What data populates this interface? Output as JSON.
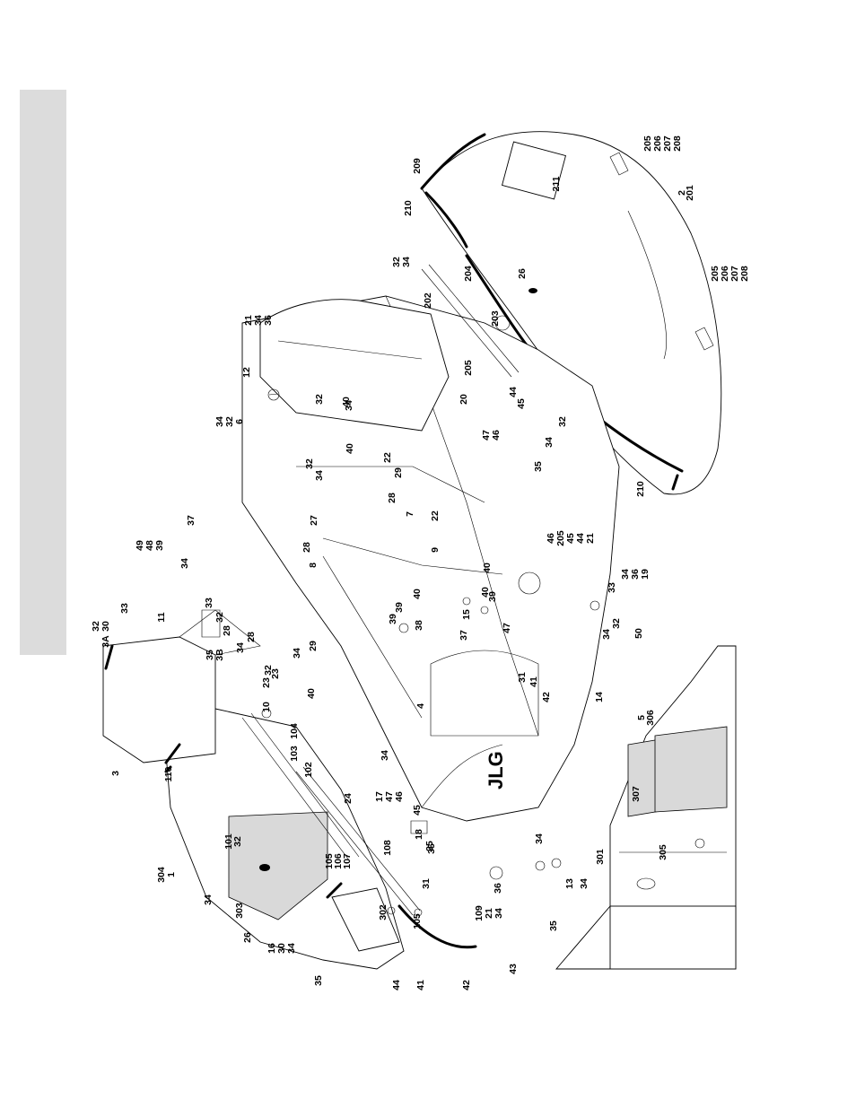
{
  "diagram": {
    "side_tab_color": "#dcdcdc",
    "shaded_panel_color": "#d9d9d9",
    "brand_logo": "JLG",
    "callouts": [
      "209",
      "210",
      "211",
      "205",
      "206",
      "207",
      "208",
      "2",
      "201",
      "205",
      "206",
      "207",
      "208",
      "26",
      "32",
      "34",
      "204",
      "202",
      "203",
      "205",
      "20",
      "44",
      "45",
      "47",
      "46",
      "32",
      "35",
      "34",
      "210",
      "21",
      "34",
      "36",
      "12",
      "32",
      "34",
      "40",
      "34",
      "32",
      "6",
      "40",
      "22",
      "32",
      "34",
      "29",
      "28",
      "7",
      "22",
      "9",
      "40",
      "40",
      "39",
      "39",
      "38",
      "15",
      "39",
      "40",
      "37",
      "47",
      "46",
      "205",
      "45",
      "44",
      "21",
      "34",
      "36",
      "19",
      "33",
      "32",
      "34",
      "50",
      "49",
      "48",
      "39",
      "37",
      "34",
      "33",
      "32",
      "28",
      "27",
      "28",
      "8",
      "28",
      "29",
      "23",
      "34",
      "32",
      "30",
      "3A",
      "33",
      "11",
      "35",
      "3B",
      "34",
      "32",
      "23",
      "10",
      "40",
      "34",
      "31",
      "41",
      "42",
      "14",
      "4",
      "104",
      "103",
      "102",
      "3",
      "110",
      "24",
      "17",
      "47",
      "46",
      "45",
      "18",
      "35",
      "34",
      "5",
      "306",
      "307",
      "305",
      "301",
      "304",
      "1",
      "101",
      "32",
      "34",
      "303",
      "26",
      "16",
      "30",
      "34",
      "35",
      "302",
      "105",
      "106",
      "107",
      "108",
      "25",
      "31",
      "105",
      "44",
      "41",
      "42",
      "43",
      "109",
      "21",
      "34",
      "36",
      "13",
      "34",
      "35",
      "32"
    ]
  }
}
